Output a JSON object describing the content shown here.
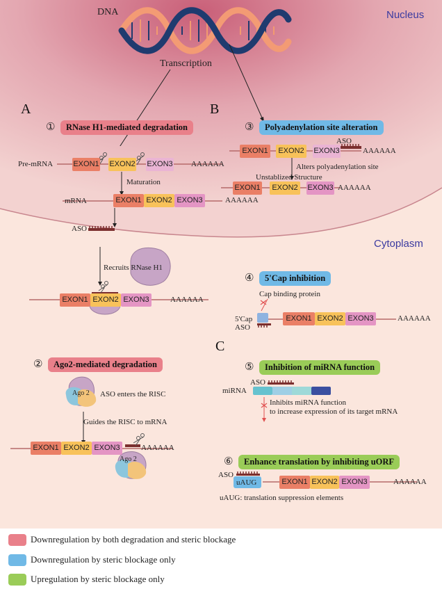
{
  "regions": {
    "nucleus": "Nucleus",
    "cytoplasm": "Cytoplasm"
  },
  "top": {
    "dna": "DNA",
    "transcription": "Transcription"
  },
  "section_letters": {
    "a": "A",
    "b": "B",
    "c": "C"
  },
  "exons": {
    "e1": "EXON1",
    "e2": "EXON2",
    "e3": "EXON3"
  },
  "polyA": "AAAAAA",
  "colors": {
    "degradation_and_steric": "#e9808a",
    "steric_down": "#70b9e6",
    "steric_up": "#9acc58"
  },
  "mechanisms": [
    {
      "num": "①",
      "title": "RNase H1-mediated degradation"
    },
    {
      "num": "②",
      "title": "Ago2-mediated degradation"
    },
    {
      "num": "③",
      "title": "Polyadenylation site alteration"
    },
    {
      "num": "④",
      "title": "5'Cap inhibition"
    },
    {
      "num": "⑤",
      "title": "Inhibition of miRNA function"
    },
    {
      "num": "⑥",
      "title": "Enhance translation by inhibiting uORF"
    }
  ],
  "labels": {
    "pre_mrna": "Pre-mRNA",
    "maturation": "Maturation",
    "mrna": "mRNA",
    "aso": "ASO",
    "recruits": "Recruits RNase H1",
    "alters_polya": "Alters polyadenylation site",
    "unstable": "Unstablized Structure",
    "cap_binding": "Cap binding protein",
    "five_cap": "5'Cap",
    "ago2": "Ago 2",
    "aso_enters": "ASO enters the RISC",
    "guides": "Guides the RISC to mRNA",
    "mirna": "miRNA",
    "inhibits_1": "Inhibits miRNA function",
    "inhibits_2": "to increase expression of its target mRNA",
    "uaug": "uAUG",
    "uaug_note": "uAUG: translation suppression elements"
  },
  "legend": [
    {
      "color": "#e9808a",
      "text": "Downregulation by both degradation and steric blockage"
    },
    {
      "color": "#70b9e6",
      "text": "Downregulation by steric blockage only"
    },
    {
      "color": "#9acc58",
      "text": "Upregulation by steric blockage only"
    }
  ]
}
